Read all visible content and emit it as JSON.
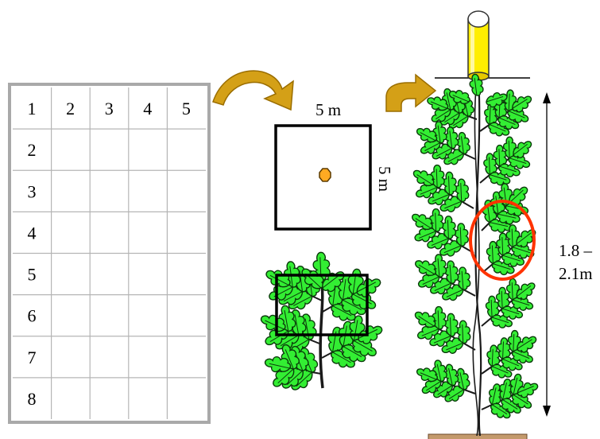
{
  "grid": {
    "header_row": [
      "1",
      "2",
      "3",
      "4",
      "5"
    ],
    "row_labels": [
      "2",
      "3",
      "4",
      "5",
      "6",
      "7",
      "8"
    ]
  },
  "plot": {
    "width_label": "5 m",
    "height_label": "5 m"
  },
  "height_measure": {
    "line1": "1.8 –",
    "line2": "2.1m"
  },
  "colors": {
    "arrow": "#d4a017",
    "arrow_dark": "#9a6d00",
    "leaf": "#33ee33",
    "leaf_stroke": "#0a3a0a",
    "stem": "#1a1a1a",
    "trap": "#ffee00",
    "marker": "#ffaa22",
    "ring": "#ff3300",
    "grid_border": "#a9a9a9",
    "soil": "#c49a6c"
  }
}
